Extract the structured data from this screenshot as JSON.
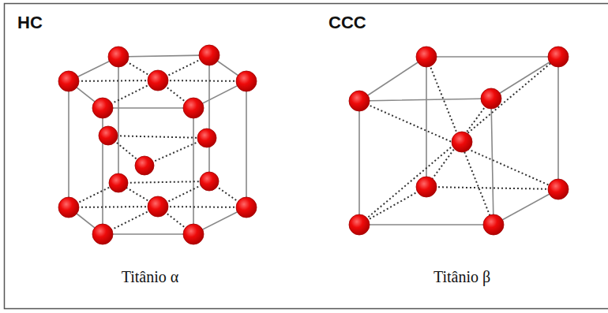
{
  "diagram": {
    "labels": [
      "HC",
      "CCC",
      "Titânio α",
      "Titânio β"
    ]
  }
}
